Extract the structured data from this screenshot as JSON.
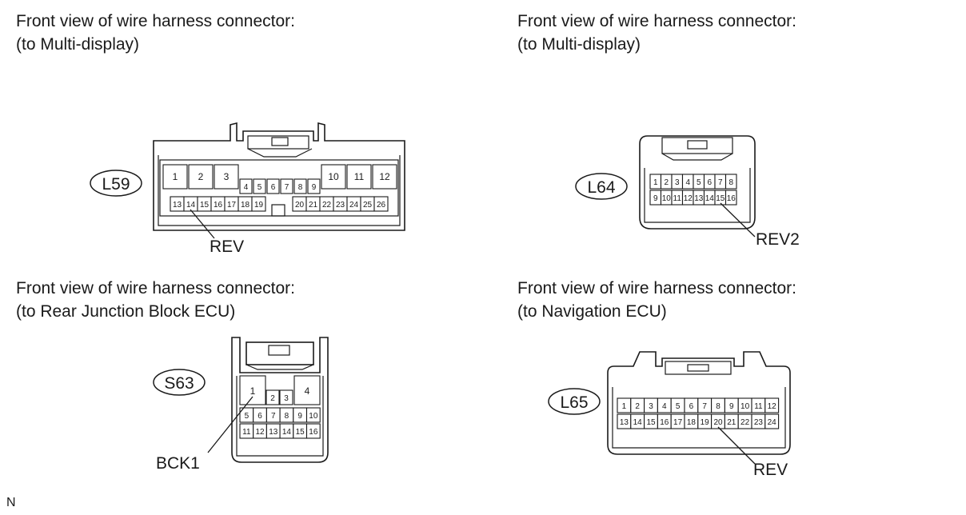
{
  "connectors": [
    {
      "code": "L59",
      "caption_line1": "Front view of wire harness connector:",
      "caption_line2": "(to Multi-display)",
      "pins": [
        "1",
        "2",
        "3",
        "4",
        "5",
        "6",
        "7",
        "8",
        "9",
        "10",
        "11",
        "12",
        "13",
        "14",
        "15",
        "16",
        "17",
        "18",
        "19",
        "20",
        "21",
        "22",
        "23",
        "24",
        "25",
        "26"
      ],
      "callout": "REV",
      "callout_pin": "14"
    },
    {
      "code": "L64",
      "caption_line1": "Front view of wire harness connector:",
      "caption_line2": "(to Multi-display)",
      "pins": [
        "1",
        "2",
        "3",
        "4",
        "5",
        "6",
        "7",
        "8",
        "9",
        "10",
        "11",
        "12",
        "13",
        "14",
        "15",
        "16"
      ],
      "callout": "REV2",
      "callout_pin": "15"
    },
    {
      "code": "S63",
      "caption_line1": "Front view of wire harness connector:",
      "caption_line2": "(to Rear Junction Block ECU)",
      "pins": [
        "1",
        "2",
        "3",
        "4",
        "5",
        "6",
        "7",
        "8",
        "9",
        "10",
        "11",
        "12",
        "13",
        "14",
        "15",
        "16"
      ],
      "callout": "BCK1",
      "callout_pin": "1"
    },
    {
      "code": "L65",
      "caption_line1": "Front view of wire harness connector:",
      "caption_line2": "(to Navigation ECU)",
      "pins": [
        "1",
        "2",
        "3",
        "4",
        "5",
        "6",
        "7",
        "8",
        "9",
        "10",
        "11",
        "12",
        "13",
        "14",
        "15",
        "16",
        "17",
        "18",
        "19",
        "20",
        "21",
        "22",
        "23",
        "24"
      ],
      "callout": "REV",
      "callout_pin": "20"
    }
  ],
  "footer_mark": "N"
}
